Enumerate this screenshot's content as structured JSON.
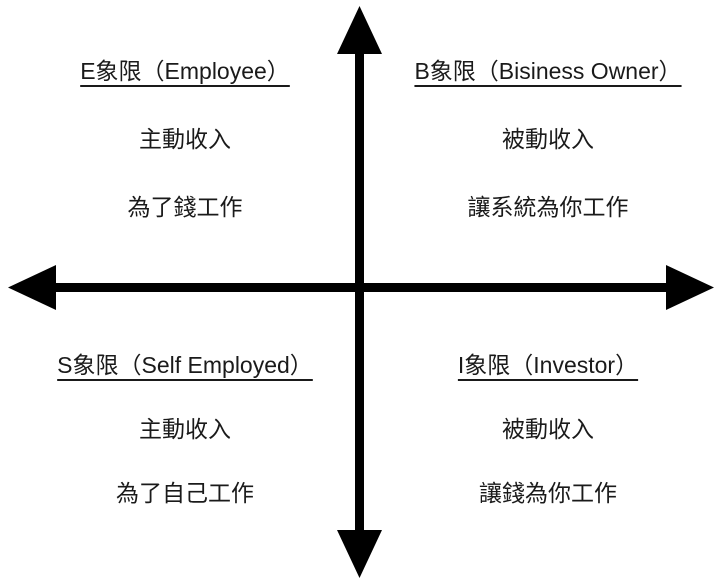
{
  "quadrants": {
    "e": {
      "title": "E象限（Employee）",
      "line1": "主動收入",
      "line2": "為了錢工作"
    },
    "b": {
      "title": "B象限（Bisiness Owner）",
      "line1": "被動收入",
      "line2": "讓系統為你工作"
    },
    "s": {
      "title": "S象限（Self Employed）",
      "line1": "主動收入",
      "line2": "為了自己工作"
    },
    "i": {
      "title": "I象限（Investor）",
      "line1": "被動收入",
      "line2": "讓錢為你工作"
    }
  },
  "colors": {
    "axis": "#000000",
    "text": "#1a1a1a",
    "background": "#ffffff"
  }
}
